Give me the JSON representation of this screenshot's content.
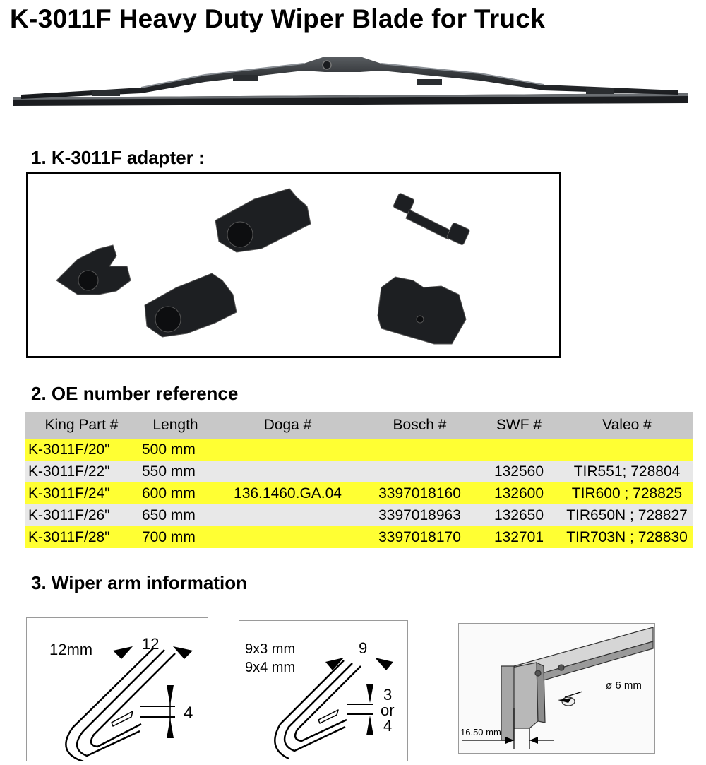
{
  "page": {
    "title": "K-3011F Heavy Duty Wiper Blade for Truck"
  },
  "sections": {
    "adapter": "1. K-3011F adapter  :",
    "oe": "2. OE number reference",
    "arm": "3. Wiper arm information"
  },
  "oe_table": {
    "headers": [
      "King Part #",
      "Length",
      "Doga #",
      "Bosch #",
      "SWF #",
      "Valeo #"
    ],
    "rows": [
      [
        "K-3011F/20\"",
        "500 mm",
        "",
        "",
        "",
        ""
      ],
      [
        "K-3011F/22\"",
        "550 mm",
        "",
        "",
        "132560",
        "TIR551; 728804"
      ],
      [
        "K-3011F/24\"",
        "600 mm",
        "136.1460.GA.04",
        "3397018160",
        "132600",
        "TIR600 ; 728825"
      ],
      [
        "K-3011F/26\"",
        "650 mm",
        "",
        "3397018963",
        "132650",
        "TIR650N ; 728827"
      ],
      [
        "K-3011F/28\"",
        "700 mm",
        "",
        "3397018170",
        "132701",
        "TIR703N ; 728830"
      ]
    ]
  },
  "arm_info": {
    "hook12": {
      "size_label": "12mm",
      "width": "12",
      "gap": "4"
    },
    "hook9": {
      "size_line1": "9x3 mm",
      "size_line2": "9x4 mm",
      "width": "9",
      "gap_a": "3",
      "gap_or": "or",
      "gap_b": "4"
    },
    "side_pin": {
      "hole": "ø 6 mm",
      "offset": "16.50 mm"
    }
  },
  "colors": {
    "row_highlight": "#ffff33",
    "row_alt": "#e8e8e8",
    "header_bg": "#c8c8c8"
  }
}
